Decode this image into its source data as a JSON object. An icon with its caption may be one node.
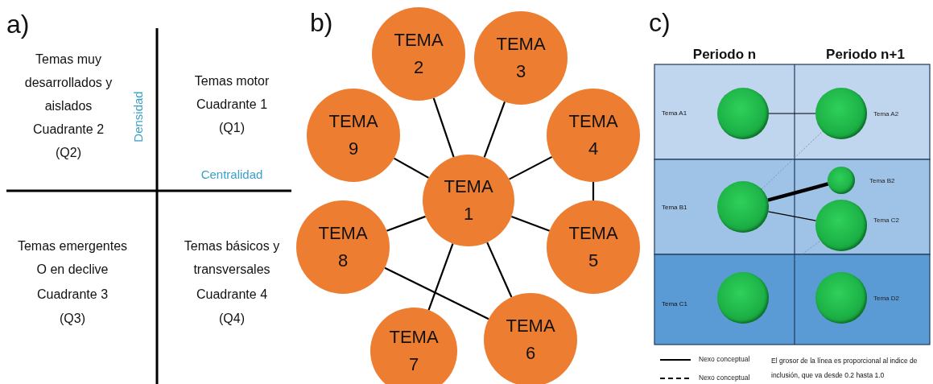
{
  "diagram": {
    "nodes": [
      {
        "text": [
          "TEMA 1"
        ]
      },
      {
        "text": [
          "TEMA 2"
        ]
      },
      {
        "text": [
          "TEMA 3"
        ]
      },
      {
        "text": [
          "TEMA 4"
        ]
      },
      {
        "text": [
          "TEMA 5"
        ]
      },
      {
        "text": [
          "TEMA 6"
        ]
      },
      {
        "text": [
          "TEMA 7"
        ]
      },
      {
        "text": [
          "TEMA 8"
        ]
      },
      {
        "text": [
          "TEMA 9"
        ]
      },
      {
        "text": [],
        "shape": "circle"
      },
      {
        "text": [],
        "shape": "circle",
        "beside": [
          "Tema A2"
        ]
      },
      {
        "text": [],
        "shape": "circle"
      },
      {
        "text": [],
        "shape": "circle",
        "beside": [
          "Tema B2"
        ]
      },
      {
        "text": [],
        "shape": "circle",
        "beside": [
          "Tema C2"
        ]
      },
      {
        "text": [],
        "shape": "circle"
      },
      {
        "text": [],
        "shape": "circle",
        "beside": [
          "Tema D2"
        ]
      }
    ],
    "edges": [
      {
        "from": 0,
        "to": 1,
        "arrow": "none"
      },
      {
        "from": 0,
        "to": 2,
        "arrow": "none"
      },
      {
        "from": 0,
        "to": 3,
        "arrow": "none"
      },
      {
        "from": 0,
        "to": 4,
        "arrow": "none"
      },
      {
        "from": 0,
        "to": 5,
        "arrow": "none"
      },
      {
        "from": 0,
        "to": 6,
        "arrow": "none"
      },
      {
        "from": 0,
        "to": 7,
        "arrow": "none"
      },
      {
        "from": 0,
        "to": 8,
        "arrow": "none"
      },
      {
        "from": 3,
        "to": 4,
        "arrow": "none"
      },
      {
        "from": 7,
        "to": 5,
        "arrow": "none"
      },
      {
        "from": 9,
        "to": 10,
        "arrow": "none"
      },
      {
        "from": 11,
        "to": 10,
        "arrow": "none",
        "style": "dashed",
        "color": "#6f8fb5"
      },
      {
        "from": 11,
        "to": 12,
        "arrow": "none",
        "style": "thick"
      },
      {
        "from": 11,
        "to": 13,
        "arrow": "none"
      },
      {
        "from": 14,
        "to": 13,
        "arrow": "none",
        "style": "dashed",
        "color": "#6f8fb5"
      }
    ],
    "labels": [
      "a)",
      "Temas muy desarrollados y aislados",
      "Cuadrante 2",
      "(Q2)",
      "Temas motor",
      "Cuadrante 1",
      "(Q1)",
      "Densidad",
      "Centralidad",
      "Temas emergentes O en declive",
      "Cuadrante 3",
      "(Q3)",
      "Temas básicos y transversales",
      "Cuadrante 4",
      "(Q4)",
      "b)",
      "c)",
      "Periodo n",
      "Periodo n+1",
      "Tema A1",
      "Tema B1",
      "Tema C1",
      "El grosor de la línea es proporcional al indice de inclusión, que va desde 0.2 hasta 1.0"
    ],
    "legend": [
      {
        "text": "Nexo conceptual"
      },
      {
        "text": "Nexo conceptual"
      }
    ]
  }
}
